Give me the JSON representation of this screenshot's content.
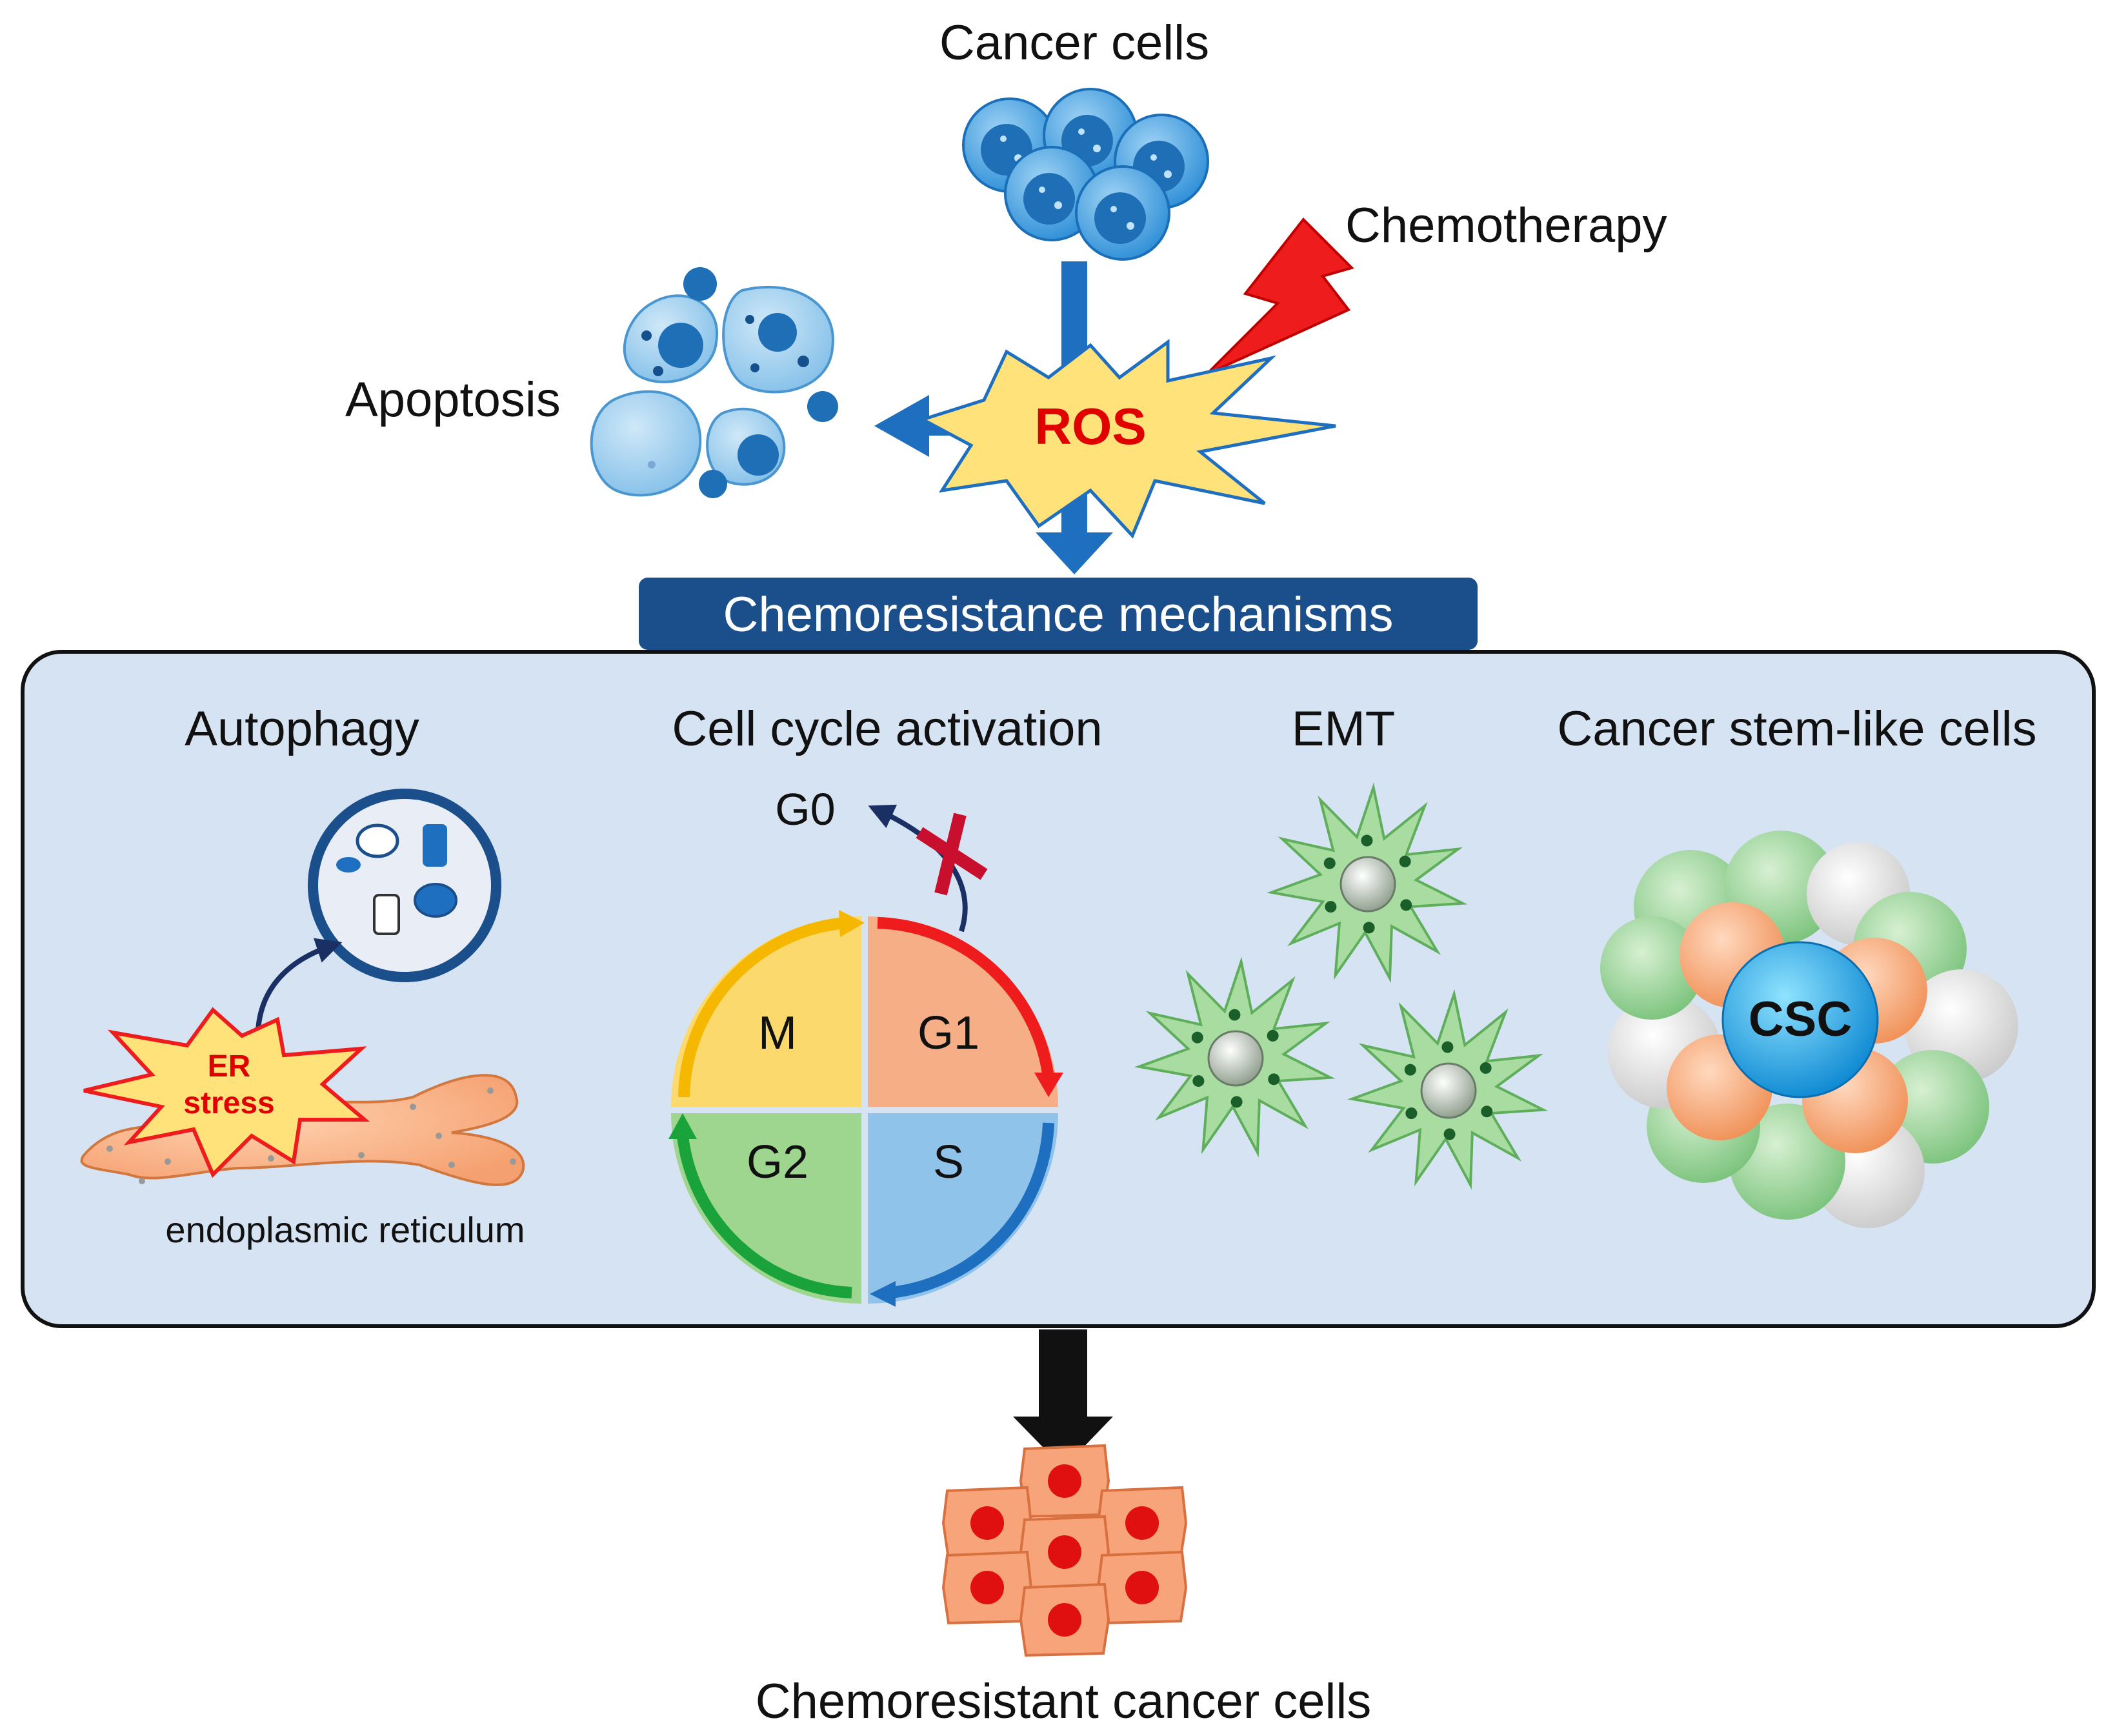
{
  "labels": {
    "cancer_cells": "Cancer cells",
    "chemotherapy": "Chemotherapy",
    "apoptosis": "Apoptosis",
    "ros": "ROS",
    "chemoresistance_mechanisms": "Chemoresistance mechanisms",
    "autophagy": "Autophagy",
    "er_stress_line1": "ER",
    "er_stress_line2": "stress",
    "endoplasmic_reticulum": "endoplasmic reticulum",
    "cell_cycle_activation": "Cell cycle activation",
    "g0": "G0",
    "phase_m": "M",
    "phase_g1": "G1",
    "phase_g2": "G2",
    "phase_s": "S",
    "emt": "EMT",
    "cancer_stem_like_cells": "Cancer stem-like cells",
    "csc": "CSC",
    "chemoresistant_cancer_cells": "Chemoresistant cancer cells"
  },
  "colors": {
    "arrow_blue": "#1f6fc0",
    "banner_blue": "#1a4f8c",
    "panel_fill": "#d6e3f3",
    "ros_fill": "#ffe27a",
    "ros_text": "#e00000",
    "bolt_red": "#ee1c1c",
    "phase_m": "#fbd96c",
    "phase_g1": "#f6ae86",
    "phase_g2": "#9fd68f",
    "phase_s": "#8fc3ea",
    "emt_green": "#a8dca0",
    "resistant_cell": "#f7a47a",
    "nucleus_red": "#e01010"
  },
  "icons": [
    "lightning-bolt-icon",
    "ros-burst-icon",
    "autophagosome-icon",
    "inhibition-cross-icon",
    "csc-sphere-icon"
  ]
}
